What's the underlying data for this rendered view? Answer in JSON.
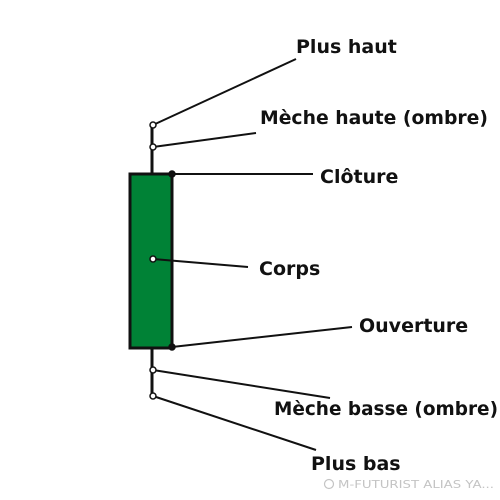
{
  "diagram": {
    "colors": {
      "body_fill": "#008236",
      "outline": "#111111",
      "background": "#ffffff"
    },
    "labels": {
      "high": "Plus haut",
      "upper_wick": "Mèche haute (ombre)",
      "close": "Clôture",
      "body": "Corps",
      "open": "Ouverture",
      "lower_wick": "Mèche basse (ombre)",
      "low": "Plus bas"
    },
    "watermark": "M-FUTURIST ALIAS YA..."
  }
}
